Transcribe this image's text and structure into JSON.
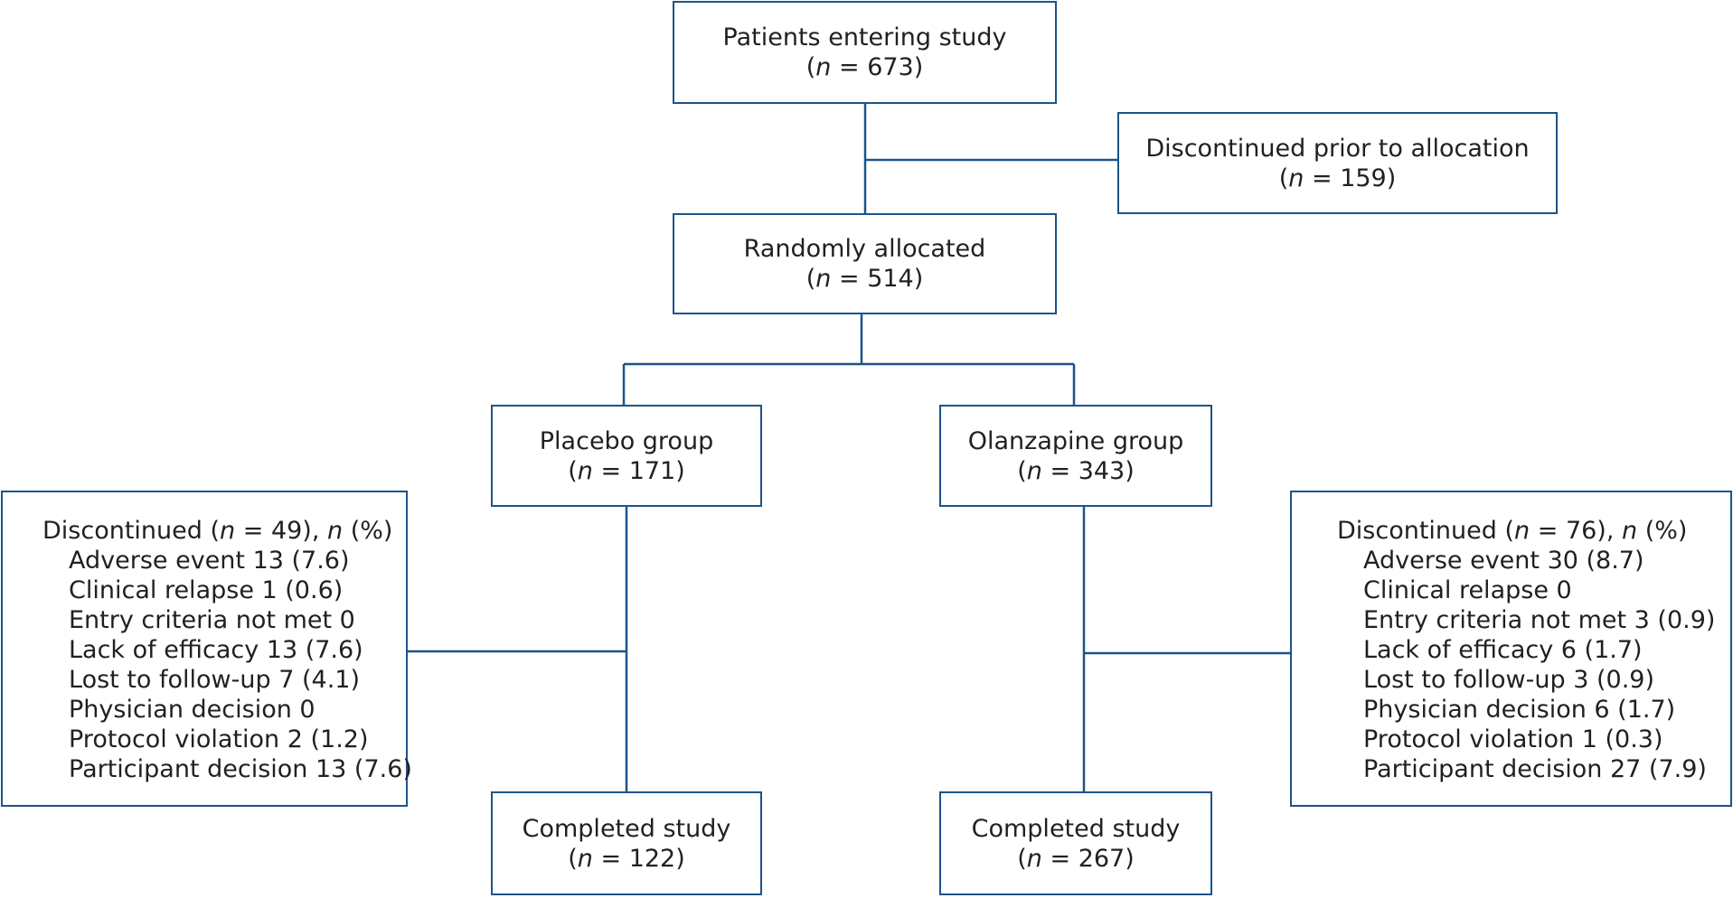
{
  "top": {
    "label": "Patients entering study",
    "n": "673"
  },
  "excluded": {
    "label": "Discontinued prior to allocation",
    "n": "159"
  },
  "allocated": {
    "label": "Randomly allocated",
    "n": "514"
  },
  "placebo": {
    "label": "Placebo group",
    "n": "171",
    "discontinued": {
      "head_prefix": "Discontinued (",
      "n": "49",
      "head_suffix": "), ",
      "n_symbol": "n",
      "pct": " (%)",
      "items": [
        "Adverse event 13 (7.6)",
        "Clinical relapse 1 (0.6)",
        "Entry criteria not met 0",
        "Lack of efficacy 13 (7.6)",
        "Lost to follow-up 7 (4.1)",
        "Physician decision 0",
        "Protocol violation 2 (1.2)",
        "Participant decision 13 (7.6)"
      ]
    },
    "completed": {
      "label": "Completed study",
      "n": "122"
    }
  },
  "olanzapine": {
    "label": "Olanzapine group",
    "n": "343",
    "discontinued": {
      "head_prefix": "Discontinued (",
      "n": "76",
      "head_suffix": "), ",
      "n_symbol": "n",
      "pct": " (%)",
      "items": [
        "Adverse event 30 (8.7)",
        "Clinical relapse 0",
        "Entry criteria not met 3 (0.9)",
        "Lack of efficacy 6 (1.7)",
        "Lost to follow-up 3 (0.9)",
        "Physician decision 6 (1.7)",
        "Protocol violation 1 (0.3)",
        "Participant decision 27 (7.9)"
      ]
    },
    "completed": {
      "label": "Completed study",
      "n": "267"
    }
  },
  "n_symbol": "n",
  "eq": " = ",
  "colors": {
    "border": "#1c5489",
    "line": "#1c5489",
    "text": "#231f20"
  }
}
